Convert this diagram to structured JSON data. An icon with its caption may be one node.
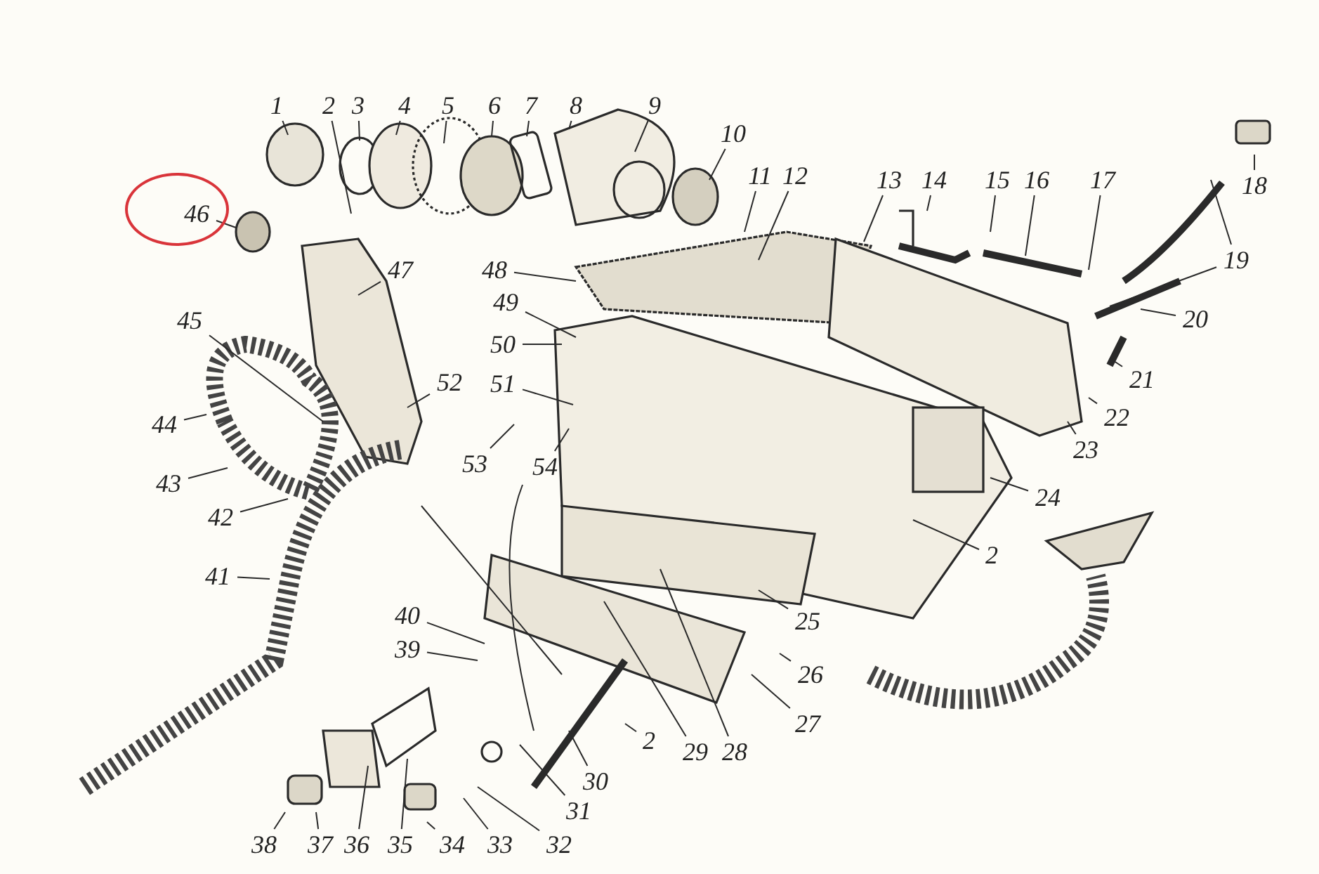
{
  "diagram": {
    "nodes": [
      {
        "text": [
          "1"
        ]
      },
      {
        "text": [
          "2"
        ]
      },
      {
        "text": [
          "3"
        ]
      },
      {
        "text": [
          "4"
        ]
      },
      {
        "text": [
          "5"
        ]
      },
      {
        "text": [
          "6"
        ]
      },
      {
        "text": [
          "7"
        ]
      },
      {
        "text": [
          "8"
        ]
      },
      {
        "text": [
          "9"
        ]
      },
      {
        "text": [
          "10"
        ]
      },
      {
        "text": [
          "11"
        ]
      },
      {
        "text": [
          "12"
        ]
      },
      {
        "text": [
          "13"
        ]
      },
      {
        "text": [
          "14"
        ]
      },
      {
        "text": [
          "15"
        ]
      },
      {
        "text": [
          "16"
        ]
      },
      {
        "text": [
          "17"
        ]
      },
      {
        "text": [
          "18"
        ]
      },
      {
        "text": [
          "19"
        ]
      },
      {
        "text": [
          "20"
        ]
      },
      {
        "text": [
          "21"
        ]
      },
      {
        "text": [
          "22"
        ]
      },
      {
        "text": [
          "23"
        ]
      },
      {
        "text": [
          "24"
        ]
      },
      {
        "text": [
          "2"
        ]
      },
      {
        "text": [
          "25"
        ]
      },
      {
        "text": [
          "26"
        ]
      },
      {
        "text": [
          "27"
        ]
      },
      {
        "text": [
          "28"
        ]
      },
      {
        "text": [
          "29"
        ]
      },
      {
        "text": [
          "2"
        ]
      },
      {
        "text": [
          "30"
        ]
      },
      {
        "text": [
          "31"
        ]
      },
      {
        "text": [
          "32"
        ]
      },
      {
        "text": [
          "33"
        ]
      },
      {
        "text": [
          "34"
        ]
      },
      {
        "text": [
          "35"
        ]
      },
      {
        "text": [
          "36"
        ]
      },
      {
        "text": [
          "37"
        ]
      },
      {
        "text": [
          "38"
        ]
      },
      {
        "text": [
          "39"
        ]
      },
      {
        "text": [
          "40"
        ]
      },
      {
        "text": [
          "41"
        ]
      },
      {
        "text": [
          "42"
        ]
      },
      {
        "text": [
          "43"
        ]
      },
      {
        "text": [
          "44"
        ]
      },
      {
        "text": [
          "45"
        ]
      },
      {
        "text": [
          "46"
        ]
      },
      {
        "text": [
          "47"
        ]
      },
      {
        "text": [
          "48"
        ]
      },
      {
        "text": [
          "49"
        ]
      },
      {
        "text": [
          "50"
        ]
      },
      {
        "text": [
          "51"
        ]
      },
      {
        "text": [
          "52"
        ]
      },
      {
        "text": [
          "53"
        ]
      },
      {
        "text": [
          "54"
        ]
      }
    ],
    "edges": [
      {
        "from": 0,
        "to": null,
        "arrow": "none"
      },
      {
        "from": 1,
        "to": null,
        "arrow": "none"
      },
      {
        "from": 2,
        "to": null,
        "arrow": "none"
      },
      {
        "from": 3,
        "to": null,
        "arrow": "none"
      },
      {
        "from": 4,
        "to": null,
        "arrow": "none"
      },
      {
        "from": 5,
        "to": null,
        "arrow": "none"
      },
      {
        "from": 6,
        "to": null,
        "arrow": "none"
      },
      {
        "from": 7,
        "to": null,
        "arrow": "none"
      },
      {
        "from": 8,
        "to": null,
        "arrow": "none"
      },
      {
        "from": 9,
        "to": null,
        "arrow": "none"
      },
      {
        "from": 10,
        "to": null,
        "arrow": "none"
      },
      {
        "from": 11,
        "to": null,
        "arrow": "none"
      },
      {
        "from": 12,
        "to": null,
        "arrow": "none"
      },
      {
        "from": 13,
        "to": null,
        "arrow": "none"
      },
      {
        "from": 14,
        "to": null,
        "arrow": "none"
      },
      {
        "from": 15,
        "to": null,
        "arrow": "none"
      },
      {
        "from": 16,
        "to": null,
        "arrow": "none"
      },
      {
        "from": 17,
        "to": null,
        "arrow": "none"
      },
      {
        "from": 18,
        "to": null,
        "arrow": "none"
      },
      {
        "from": 18,
        "to": null,
        "arrow": "none"
      },
      {
        "from": 19,
        "to": null,
        "arrow": "none"
      },
      {
        "from": 20,
        "to": null,
        "arrow": "none"
      },
      {
        "from": 21,
        "to": null,
        "arrow": "none"
      },
      {
        "from": 22,
        "to": null,
        "arrow": "none"
      },
      {
        "from": 23,
        "to": null,
        "arrow": "none"
      },
      {
        "from": 24,
        "to": null,
        "arrow": "none"
      },
      {
        "from": 25,
        "to": null,
        "arrow": "none"
      },
      {
        "from": 26,
        "to": null,
        "arrow": "none"
      },
      {
        "from": 27,
        "to": null,
        "arrow": "none"
      },
      {
        "from": 28,
        "to": null,
        "arrow": "none"
      },
      {
        "from": 29,
        "to": null,
        "arrow": "none"
      },
      {
        "from": 30,
        "to": null,
        "arrow": "none"
      },
      {
        "from": 31,
        "to": null,
        "arrow": "none"
      },
      {
        "from": 32,
        "to": null,
        "arrow": "none"
      },
      {
        "from": 33,
        "to": null,
        "arrow": "none"
      },
      {
        "from": 34,
        "to": null,
        "arrow": "none"
      },
      {
        "from": 35,
        "to": null,
        "arrow": "none"
      },
      {
        "from": 36,
        "to": null,
        "arrow": "none"
      },
      {
        "from": 37,
        "to": null,
        "arrow": "none"
      },
      {
        "from": 38,
        "to": null,
        "arrow": "none"
      },
      {
        "from": 39,
        "to": null,
        "arrow": "none"
      },
      {
        "from": 40,
        "to": null,
        "arrow": "none"
      },
      {
        "from": 41,
        "to": null,
        "arrow": "none"
      },
      {
        "from": 42,
        "to": null,
        "arrow": "none"
      },
      {
        "from": 43,
        "to": null,
        "arrow": "none"
      },
      {
        "from": 44,
        "to": null,
        "arrow": "none"
      },
      {
        "from": 45,
        "to": null,
        "arrow": "none"
      },
      {
        "from": 46,
        "to": null,
        "arrow": "none"
      },
      {
        "from": 47,
        "to": null,
        "arrow": "none"
      },
      {
        "from": 48,
        "to": null,
        "arrow": "none"
      },
      {
        "from": 49,
        "to": null,
        "arrow": "none"
      },
      {
        "from": 50,
        "to": null,
        "arrow": "none"
      },
      {
        "from": 51,
        "to": null,
        "arrow": "none"
      },
      {
        "from": 52,
        "to": null,
        "arrow": "none"
      },
      {
        "from": 53,
        "to": null,
        "arrow": "none"
      },
      {
        "from": 54,
        "to": null,
        "arrow": "none"
      },
      {
        "from": 55,
        "to": null,
        "arrow": "none"
      }
    ]
  }
}
